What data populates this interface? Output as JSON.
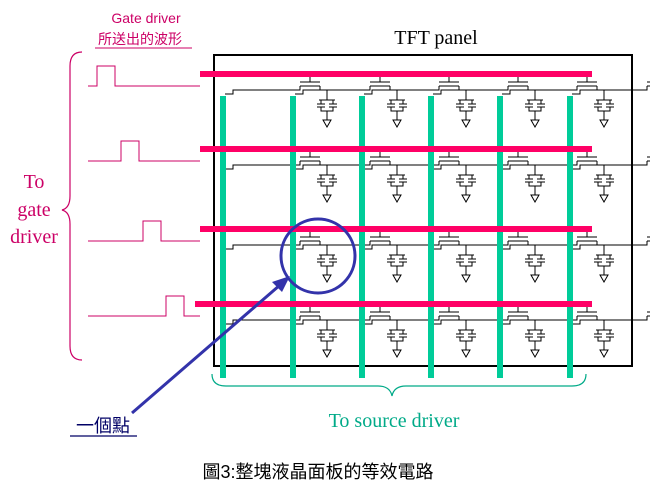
{
  "gate_driver_caption": {
    "line1": "Gate driver",
    "line2": "所送出的波形"
  },
  "panel_title": "TFT panel",
  "to_gate_driver": {
    "line1": "To",
    "line2": "gate",
    "line3": "driver"
  },
  "to_source_driver": "To source driver",
  "pixel_callout": "一個點",
  "figure_caption": "圖3:整塊液晶面板的等效電路",
  "colors": {
    "gate_line": "#ff0066",
    "source_line": "#00cc99",
    "callout": "#3333aa",
    "gate_caption_text": "#cc0066",
    "source_caption_text": "#00aa88"
  }
}
